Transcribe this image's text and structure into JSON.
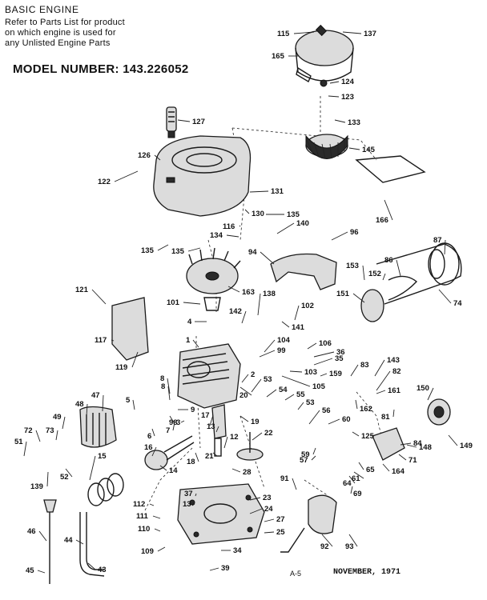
{
  "header": {
    "title": "BASIC ENGINE",
    "lines": [
      "Refer to Parts List for product",
      "on which engine is used for",
      "any Unlisted Engine Parts"
    ],
    "model": "MODEL NUMBER: 143.226052"
  },
  "footer": {
    "date": "NOVEMBER, 1971",
    "page": "A-5"
  },
  "callouts": [
    "115",
    "137",
    "165",
    "124",
    "123",
    "133",
    "127",
    "145",
    "126",
    "122",
    "131",
    "130",
    "166",
    "116",
    "135",
    "134",
    "140",
    "135",
    "135",
    "96",
    "87",
    "94",
    "153",
    "152",
    "86",
    "121",
    "163",
    "138",
    "151",
    "74",
    "101",
    "142",
    "102",
    "4",
    "141",
    "117",
    "1",
    "104",
    "99",
    "106",
    "36",
    "35",
    "119",
    "103",
    "105",
    "159",
    "143",
    "83",
    "82",
    "8",
    "2",
    "53",
    "161",
    "47",
    "5",
    "8",
    "54",
    "55",
    "20",
    "150",
    "48",
    "9",
    "162",
    "81",
    "49",
    "98",
    "3",
    "53",
    "72",
    "73",
    "7",
    "17",
    "56",
    "19",
    "60",
    "6",
    "16",
    "13",
    "12",
    "22",
    "125",
    "84",
    "51",
    "52",
    "14",
    "21",
    "18",
    "148",
    "149",
    "71",
    "139",
    "15",
    "28",
    "59",
    "57",
    "65",
    "164",
    "61",
    "64",
    "69",
    "91",
    "37",
    "23",
    "112",
    "13",
    "24",
    "111",
    "27",
    "110",
    "25",
    "92",
    "93",
    "46",
    "44",
    "109",
    "34",
    "45",
    "43",
    "39"
  ]
}
